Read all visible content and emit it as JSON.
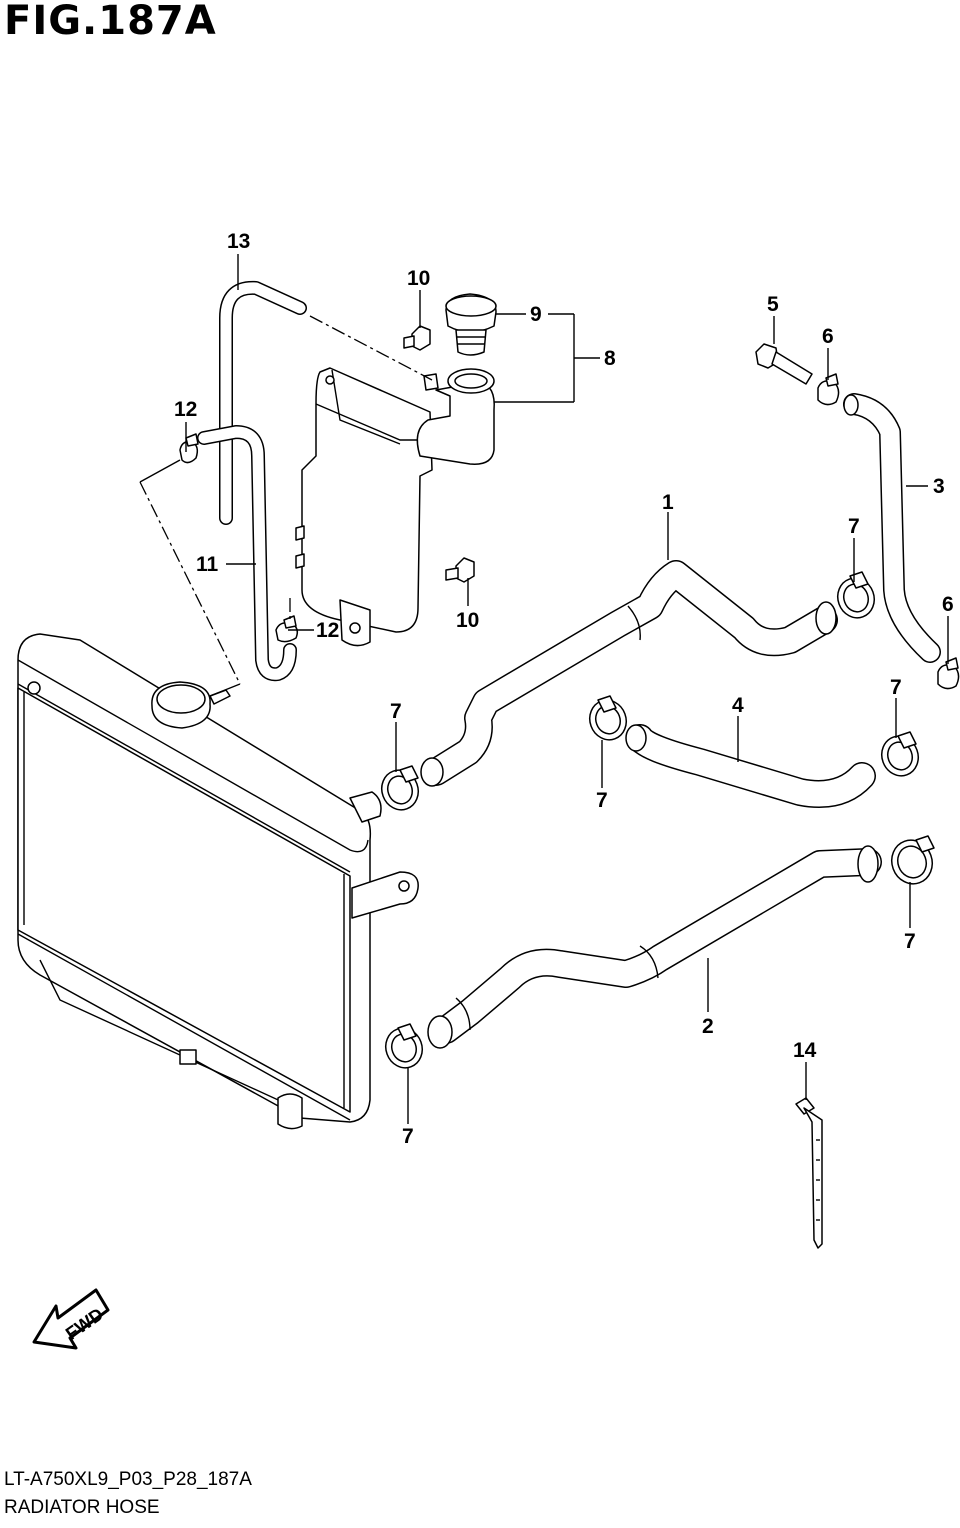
{
  "figure": {
    "title": "FIG.187A",
    "code": "LT-A750XL9_P03_P28_187A",
    "name": "RADIATOR HOSE",
    "fwd_label": "FWD"
  },
  "callouts": [
    {
      "id": "c13",
      "text": "13"
    },
    {
      "id": "c10a",
      "text": "10"
    },
    {
      "id": "c9",
      "text": "9"
    },
    {
      "id": "c8",
      "text": "8"
    },
    {
      "id": "c5",
      "text": "5"
    },
    {
      "id": "c6a",
      "text": "6"
    },
    {
      "id": "c12a",
      "text": "12"
    },
    {
      "id": "c3",
      "text": "3"
    },
    {
      "id": "c1",
      "text": "1"
    },
    {
      "id": "c7a",
      "text": "7"
    },
    {
      "id": "c11",
      "text": "11"
    },
    {
      "id": "c10b",
      "text": "10"
    },
    {
      "id": "c12b",
      "text": "12"
    },
    {
      "id": "c6b",
      "text": "6"
    },
    {
      "id": "c7b",
      "text": "7"
    },
    {
      "id": "c4",
      "text": "4"
    },
    {
      "id": "c7c",
      "text": "7"
    },
    {
      "id": "c7d",
      "text": "7"
    },
    {
      "id": "c7e",
      "text": "7"
    },
    {
      "id": "c7f",
      "text": "7"
    },
    {
      "id": "c2",
      "text": "2"
    },
    {
      "id": "c14",
      "text": "14"
    },
    {
      "id": "c7g",
      "text": "7"
    }
  ]
}
